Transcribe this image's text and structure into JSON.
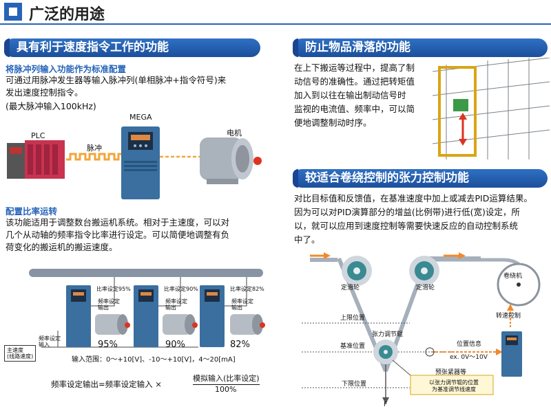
{
  "header": {
    "title": "广泛的用途"
  },
  "left": {
    "section1": {
      "band": "具有利于速度指令工作的功能",
      "sub1": "将脉冲列输入功能作为标准配置",
      "desc1": "可通过用脉冲发生器等输入脉冲列(单相脉冲+指令符号)来",
      "desc2": "发出速度控制指令。",
      "desc3": "(最大脉冲输入100kHz)",
      "plc": "PLC",
      "pulse": "脉冲",
      "mega": "MEGA",
      "motor": "电机"
    },
    "section2": {
      "sub": "配置比率运转",
      "lines": [
        "该功能适用于调整数台搬运机系统。相对于主速度，可以对",
        "几个从动轴的频率指令比率进行设定。可以简便地调整有负",
        "荷变化的搬运机的搬运速度。"
      ],
      "inverters": [
        {
          "setting": "比率设定95%",
          "pct": "95%"
        },
        {
          "setting": "比率设定90%",
          "pct": "90%"
        },
        {
          "setting": "比率设定82%",
          "pct": "82%"
        }
      ],
      "freq_out": "频率设定\n输出",
      "freq_in": "频率设定\n输入",
      "main_speed": "主速度\n(线路速度)",
      "input_range": "输入范围：0～+10[V]、-10～+10[V]，4～20[mA]",
      "formula_left": "频率设定输出=频率设定输入 ×",
      "formula_num": "模拟输入(比率设定)",
      "formula_den": "100%"
    }
  },
  "right": {
    "section1": {
      "band": "防止物品滑落的功能",
      "lines": [
        "在上下搬运等过程中，提高了制",
        "动信号的准确性。通过把转矩值",
        "加入到以往在输出制动信号时",
        "监视的电流值、频率中，可以简",
        "便地调整制动时序。"
      ]
    },
    "section2": {
      "band": "较适合卷绕控制的张力控制功能",
      "lines": [
        "对比目标值和反馈值，在基准速度中加上或减去PID运算结果。",
        "因为可以对PID演算部分的增益(比例带)进行低(宽)设定，所",
        "以，就可以应用到速度控制等需要快速反应的自动控制系统",
        "中了。"
      ],
      "pulley_left": "定滑轮",
      "pulley_right": "定滑轮",
      "winder": "卷绕机",
      "upper": "上限位置",
      "base": "基准位置",
      "lower": "下限位置",
      "dancer": "张力调节辊",
      "pos_info": "位置信息",
      "range": "ex. 0V～10V",
      "tensioner": "预张紧器等",
      "speed_ctrl": "转速控制",
      "note1": "以张力调节辊的位置",
      "note2": "为基准调节线速度",
      "force": "F"
    }
  }
}
